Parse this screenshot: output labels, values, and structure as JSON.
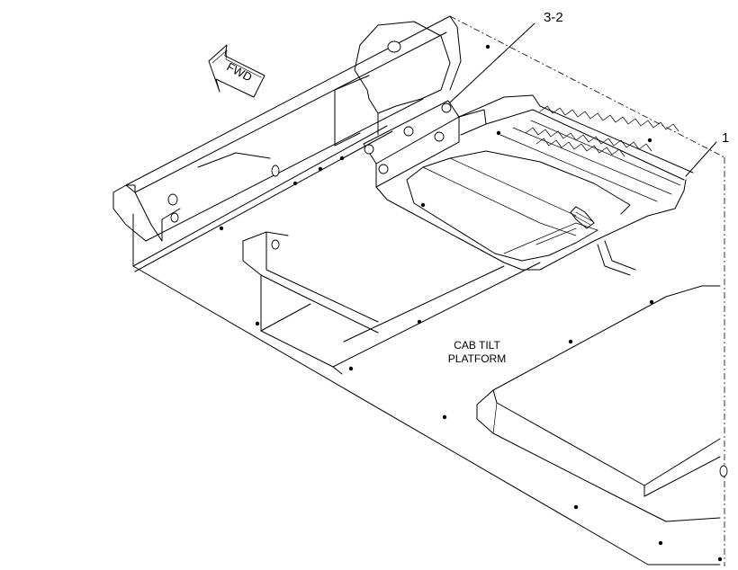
{
  "labels": {
    "callout_1": "1",
    "callout_3_2": "3-2",
    "fwd": "FWD",
    "platform_line1": "CAB TILT",
    "platform_line2": "PLATFORM"
  }
}
